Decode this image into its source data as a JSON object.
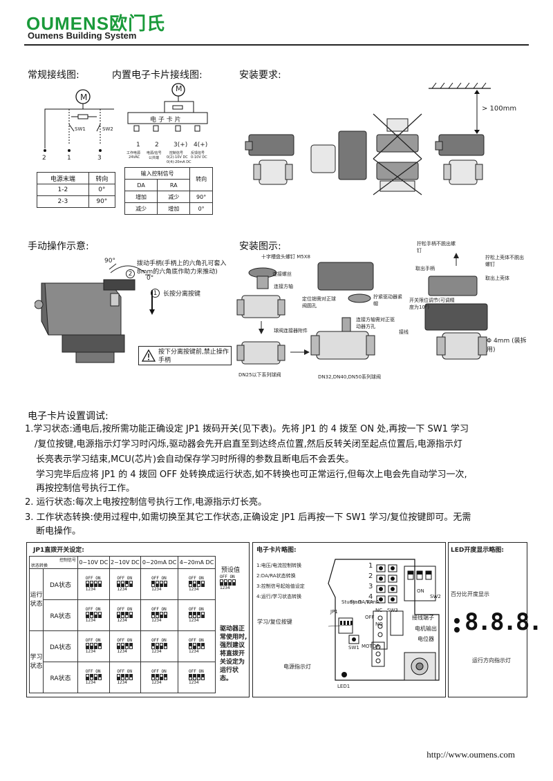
{
  "header": {
    "brand": "OUMENS欧门氏",
    "sub": "Oumens Building System"
  },
  "sections": {
    "normal_wiring": "常规接线图:",
    "card_wiring": "内置电子卡片接线图:",
    "install_req": "安装要求:",
    "manual": "手动操作示意:",
    "install_diagram": "安装图示:",
    "card_setup": "电子卡片设置调试:"
  },
  "normal_wiring": {
    "motor": "M",
    "sw1": "SW1",
    "sw2": "SW2",
    "terminals": [
      "2",
      "1",
      "3"
    ],
    "table": {
      "headers": [
        "电源末端",
        "转向"
      ],
      "rows": [
        [
          "1-2",
          "0°"
        ],
        [
          "2-3",
          "90°"
        ]
      ]
    }
  },
  "card_wiring": {
    "motor": "M",
    "card_label": "电 子 卡 片",
    "terminals": [
      "1",
      "2",
      "3(+)",
      "4(+)"
    ],
    "terminal_desc": [
      "工作电源",
      "电源/信号",
      "控制信号",
      "反馈信号"
    ],
    "terminal_desc2": [
      "24VAC",
      "公共端",
      "0(2)-10V DC",
      "0-10V DC"
    ],
    "terminal_desc3": "0(4)-20mA DC",
    "table": {
      "header_signal": "输入控制信号",
      "header_dir": "转向",
      "sub": [
        "DA",
        "RA"
      ],
      "rows": [
        [
          "增加",
          "减少",
          "90°"
        ],
        [
          "减少",
          "增加",
          "0°"
        ]
      ]
    }
  },
  "install_req": {
    "clearance": "> 100mm"
  },
  "manual": {
    "angle90": "90°",
    "angle0": "0°",
    "note2_num": "2",
    "note2": "拨动手柄(手柄上的六角孔可套入8mm的六角底作助力来推动)",
    "note1_num": "1",
    "note1": "长按分离按键",
    "warning": "按下分离按键前,禁止操作手柄"
  },
  "install_diagram": {
    "screw": "十字槽盘头螺钉 M5X8",
    "screw_conn": "连接螺丝",
    "shaft": "连接方轴",
    "ball_valve": "球阀连接器附件",
    "dn25": "DN25以下系列球阀",
    "dn32": "DN32,DN40,DN50系列球阀",
    "step1": "连接方轴需对正驱动器方孔",
    "step2": "定位销需对正球阀圆孔",
    "step3": "拧紧驱动器紧帽",
    "r1": "拧松手柄不脱出螺钉",
    "r2": "拧松上壳体不脱出螺钉",
    "r3": "取出手柄",
    "r4": "取出上壳体",
    "r5": "接线",
    "r_limit": "开关限位调节(可调精度为10°)",
    "r_dia": "Φ 4mm (装拆用)"
  },
  "setup_paragraphs": [
    "1.学习状态:通电后,按所需功能正确设定 JP1 拨码开关(见下表)。先将 JP1 的 4 拨至 ON 处,再按一下 SW1 学习",
    "/复位按键,电源指示灯学习时闪烁,驱动器会先开启直至到达终点位置,然后反转关闭至起点位置后,电源指示灯",
    "长亮表示学习结束,MCU(芯片)会自动保存学习时所得的参数且断电后不会丢失。",
    "学习完毕后应将 JP1 的 4 拨回 OFF 处转换成运行状态,如不转换也可正常运行,但每次上电会先自动学习一次,",
    "再按控制信号执行工作。",
    "2. 运行状态:每次上电按控制信号执行工作,电源指示灯长亮。",
    "3. 工作状态转换:使用过程中,如需切换至其它工作状态,正确设定 JP1 后再按一下 SW1 学习/复位按键即可。无需",
    "断电操作。"
  ],
  "jp1": {
    "title": "JP1直拨开关设定:",
    "corner_top": "控制信号",
    "corner_bottom": "状态转换",
    "cols": [
      "0~10V DC",
      "2~10V DC",
      "0~20mA DC",
      "4~20mA DC"
    ],
    "preset_label": "预设值",
    "groups": [
      {
        "name": "运行状态",
        "rows": [
          "DA状态",
          "RA状态"
        ]
      },
      {
        "name": "学习状态",
        "rows": [
          "DA状态",
          "RA状态"
        ]
      }
    ],
    "switch_on": "ON",
    "switch_off": "OFF",
    "switch_nums": "1234",
    "note": "驱动器正常使用时,强烈建议将直拨开关设定为运行状态。"
  },
  "card_diagram": {
    "title": "电子卡片略图:",
    "items": [
      "1:电压/电流控制转换",
      "2:DA/RA状态转换",
      "3:控制信号起始值设定",
      "4:运行/学习状态转换"
    ],
    "jp1": "JP1",
    "learn_btn": "学习/复位按键",
    "sw1": "SW1",
    "power_led": "电源指示灯",
    "led1": "LED1",
    "terminal": "接线端子",
    "motor_out": "电机输出",
    "pot": "电位器",
    "motor": "MOTOR",
    "sw3": "SW3",
    "sw2": "SW2",
    "on": "ON",
    "off": "OFF",
    "vertical": [
      "Study",
      "Start",
      "DA/RA",
      "V/mA"
    ],
    "nums": [
      "1",
      "2",
      "3",
      "4"
    ],
    "nc": "NC",
    "no": "NO"
  },
  "led_display": {
    "title": "LED开度显示略图:",
    "percent": "百分比开度显示",
    "digits": "8.8.8.",
    "dir": "运行方向指示灯"
  },
  "footer": {
    "url": "http://www.oumens.com"
  }
}
